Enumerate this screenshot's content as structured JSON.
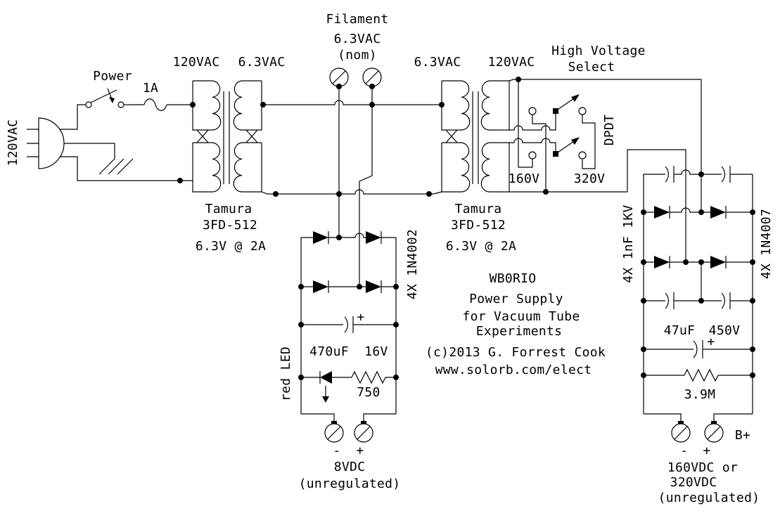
{
  "diagram": {
    "colors": {
      "background": "#ffffff",
      "line": "#000000"
    },
    "symbols": {
      "terminal": "circle-with-slash",
      "junction": "filled-dot",
      "switch_contact": "open-circle",
      "switch_pole": "filled-square-with-arrow",
      "ground": "three-slash-hatch"
    },
    "input": {
      "mains_label": "120VAC",
      "power_label": "Power",
      "fuse_label": "1A"
    },
    "t1": {
      "primary_label": "120VAC",
      "secondary_label": "6.3VAC",
      "name": "Tamura",
      "model": "3FD-512",
      "rating": "6.3V @ 2A"
    },
    "filament": {
      "line1": "Filament",
      "line2": "6.3VAC",
      "line3": "(nom)"
    },
    "t2": {
      "primary_label": "6.3VAC",
      "secondary_label": "120VAC",
      "name": "Tamura",
      "model": "3FD-512",
      "rating": "6.3V @ 2A"
    },
    "hv_select": {
      "title1": "High Voltage",
      "title2": "Select",
      "switch_type": "DPDT",
      "pos_low": "160V",
      "pos_high": "320V"
    },
    "lv_bridge": {
      "diodes": "4X 1N4002",
      "cap_value": "470uF",
      "cap_voltage": "16V",
      "cap_plus": "+",
      "led": "red LED",
      "resistor": "750"
    },
    "lv_output": {
      "neg": "-",
      "pos": "+",
      "line1": "8VDC",
      "line2": "(unregulated)"
    },
    "hv_bridge": {
      "snubbers": "4X 1nF 1KV",
      "diodes": "4X 1N4007",
      "cap_value": "47uF",
      "cap_voltage": "450V",
      "cap_plus": "+",
      "bleeder": "3.9M"
    },
    "hv_output": {
      "neg": "-",
      "pos": "+",
      "bplus": "B+",
      "line1": "160VDC or",
      "line2": "320VDC",
      "line3": "(unregulated)"
    },
    "title_block": {
      "callsign": "WB0RIO",
      "line2": "Power Supply",
      "line3": "for Vacuum Tube",
      "line4": "Experiments",
      "copyright": "(c)2013 G. Forrest Cook",
      "website": "www.solorb.com/elect"
    }
  }
}
